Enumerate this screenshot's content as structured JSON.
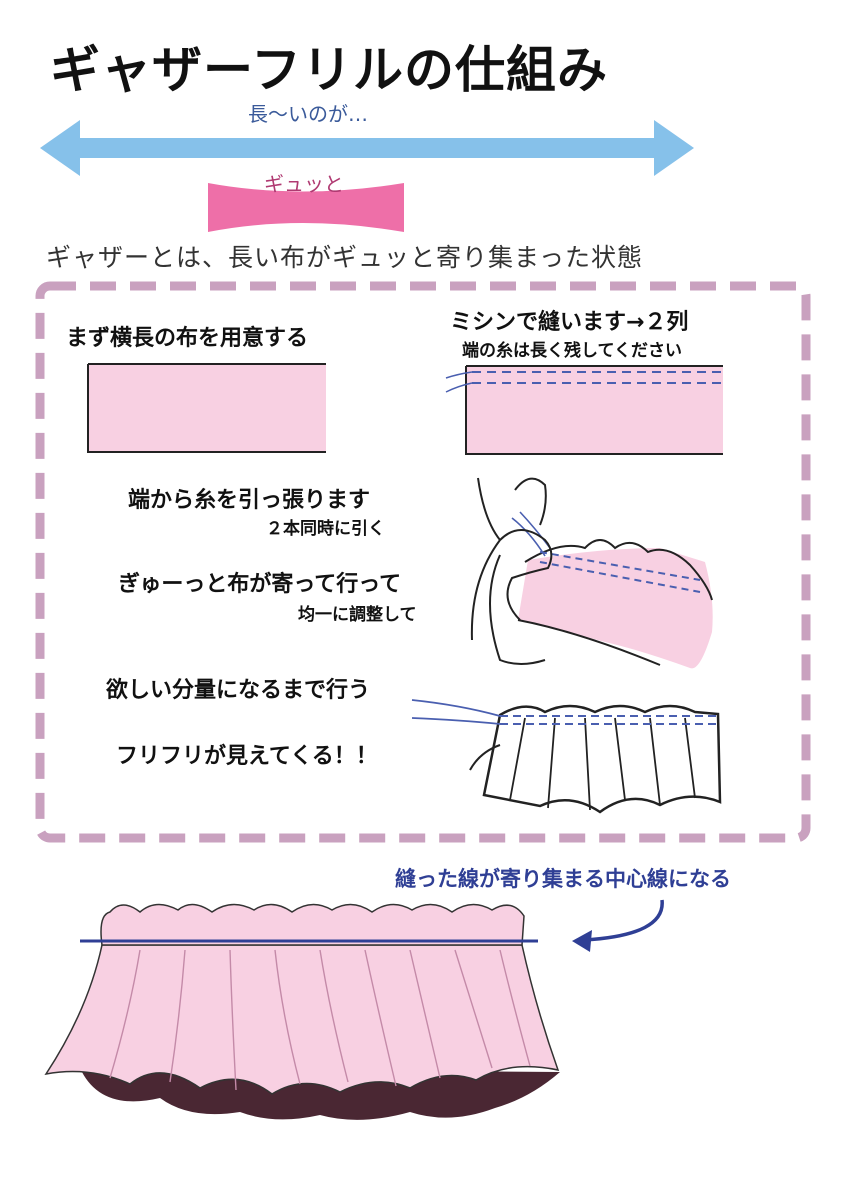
{
  "title": "ギャザーフリルの仕組み",
  "long_label": "長〜いのが…",
  "squeeze_label": "ギュッと",
  "definition": "ギャザーとは、長い布がギュッと寄り集まった状態",
  "steps": {
    "prepare": "まず横長の布を用意する",
    "sew": "ミシンで縫います→２列",
    "sew_note": "端の糸は長く残してください",
    "pull": "端から糸を引っ張ります",
    "pull_note": "２本同時に引く",
    "gather": "ぎゅーっと布が寄って行って",
    "gather_note": "均一に調整して",
    "amount": "欲しい分量になるまで行う",
    "frills": "フリフリが見えてくる！！"
  },
  "callout": "縫った線が寄り集まる中心線になる",
  "colors": {
    "arrow_blue": "#86c1ea",
    "squeeze_pink": "#ee6fa8",
    "fabric_pink": "#f8d0e2",
    "fabric_shadow": "#4a2733",
    "dashed_frame": "#c9a1bf",
    "stitch_blue": "#4a5fb0",
    "callout_navy": "#2f3f95"
  },
  "icons": {
    "double_arrow": "double-headed-arrow-icon",
    "squeeze_bar": "squeeze-bar-icon",
    "curved_arrow": "curved-arrow-icon"
  }
}
